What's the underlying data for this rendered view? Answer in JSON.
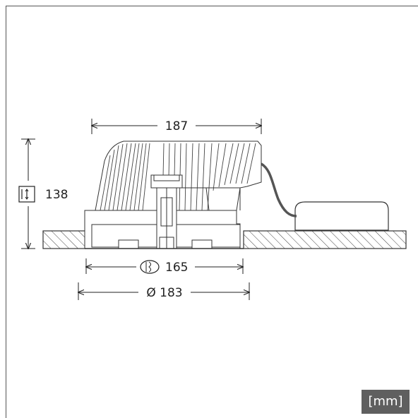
{
  "dimensions": {
    "width_top": "187",
    "height": "138",
    "cutout": "165",
    "outer_diameter": "Ø 183"
  },
  "unit_label": "[mm]",
  "icons": {
    "height_icon": "recess-depth-icon",
    "cutout_icon": "cutout-diameter-icon"
  }
}
